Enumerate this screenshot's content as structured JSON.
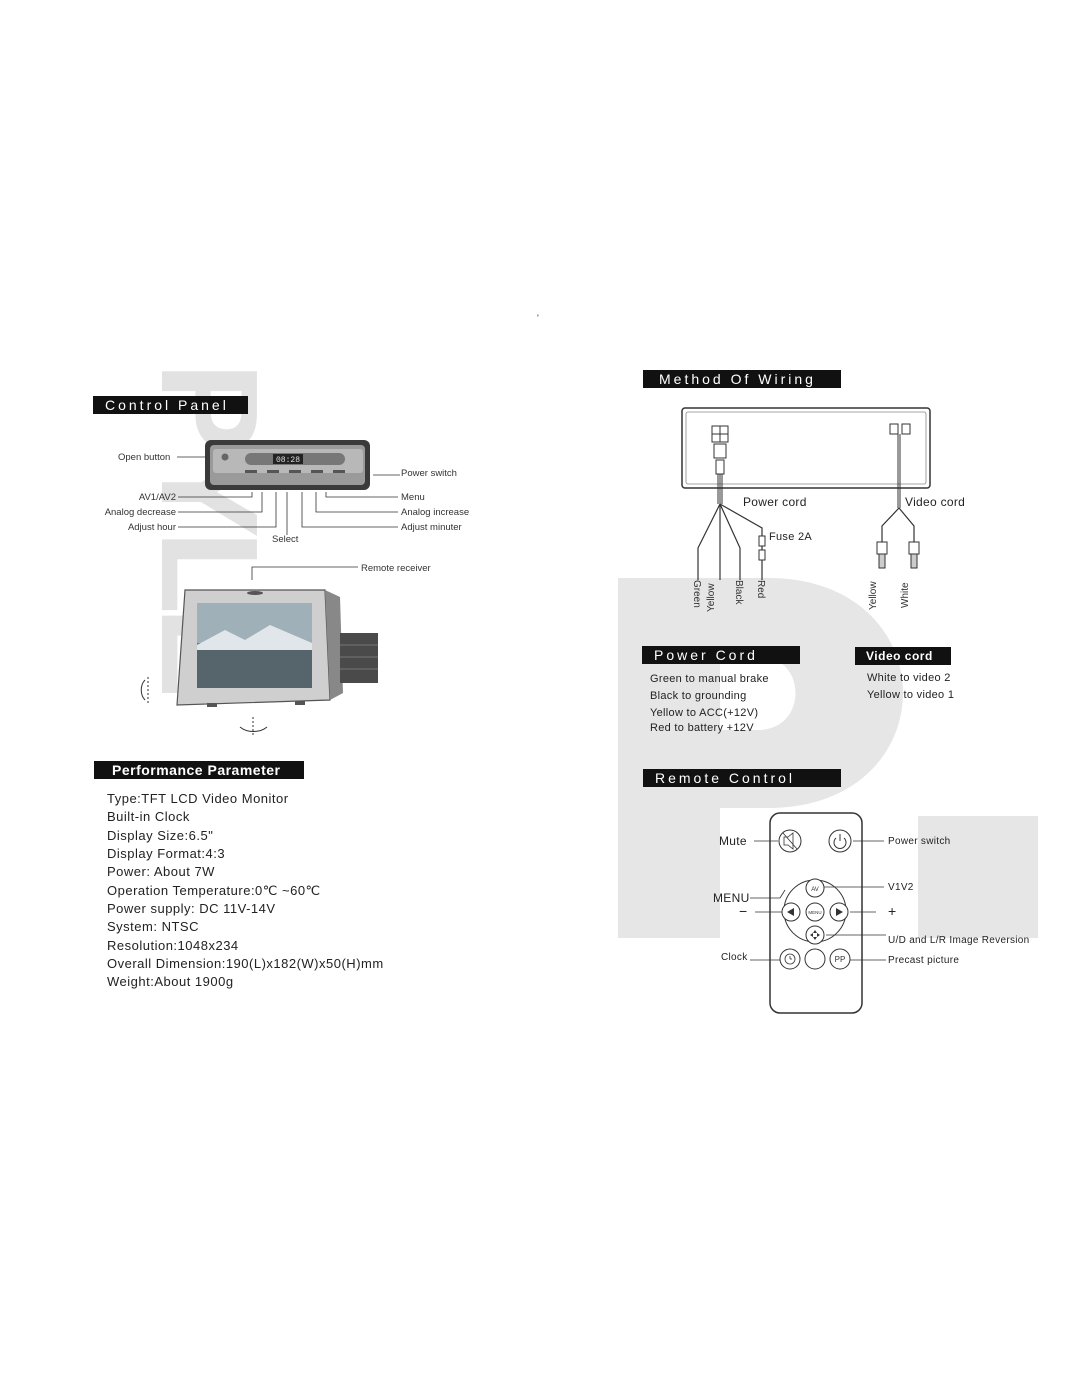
{
  "tiny_mark": "'",
  "watermark": "PYLE",
  "control_panel": {
    "title": "Control Panel",
    "clock_display": "08:28",
    "labels": {
      "open_button": "Open button",
      "power_switch": "Power switch",
      "av": "AV1/AV2",
      "analog_decrease": "Analog decrease",
      "adjust_hour": "Adjust hour",
      "menu": "Menu",
      "analog_increase": "Analog increase",
      "adjust_minuter": "Adjust minuter",
      "select": "Select",
      "remote_receiver": "Remote receiver"
    }
  },
  "performance": {
    "title": "Performance Parameter",
    "items": [
      "Type:TFT LCD Video Monitor",
      "Built-in Clock",
      "Display Size:6.5\"",
      "Display Format:4:3",
      "Power: About 7W",
      "Operation Temperature:0℃ ~60℃",
      "Power supply: DC 11V-14V",
      "System: NTSC",
      "Resolution:1048x234",
      "Overall Dimension:190(L)x182(W)x50(H)mm",
      "Weight:About 1900g"
    ]
  },
  "wiring": {
    "title": "Method Of Wiring",
    "power_cord": "Power cord",
    "video_cord": "Video cord",
    "fuse": "Fuse 2A",
    "wires": [
      "Green",
      "Yellow",
      "Black",
      "Red"
    ],
    "video_wires": [
      "Yellow",
      "White"
    ]
  },
  "power_cord": {
    "title": "Power Cord",
    "lines": [
      "Green  to manual brake",
      "Black to grounding",
      "Yellow to ACC(+12V)",
      "Red to battery +12V"
    ]
  },
  "video_cord": {
    "title": "Video cord",
    "lines": [
      "White to video 2",
      "Yellow to video 1"
    ]
  },
  "remote": {
    "title": "Remote Control",
    "left_labels": {
      "mute": "Mute",
      "menu": "MENU",
      "minus": "−",
      "clock": "Clock"
    },
    "right_labels": {
      "power_switch": "Power switch",
      "v1v2": "V1V2",
      "plus": "+",
      "reversion": "U/D and L/R Image Reversion",
      "precast": "Precast picture"
    },
    "buttons": {
      "av": "AV",
      "menu": "MENU",
      "pp": "PP"
    }
  }
}
